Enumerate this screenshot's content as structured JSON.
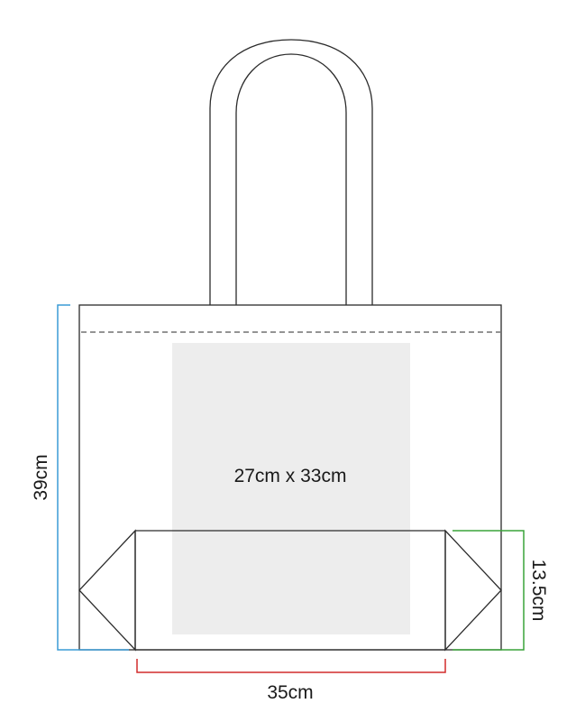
{
  "print_area": {
    "label": "27cm x 33cm"
  },
  "dimensions": {
    "height": {
      "label": "39cm",
      "color": "#3a9bd5"
    },
    "gusset": {
      "label": "13.5cm",
      "color": "#3aa33a"
    },
    "width": {
      "label": "35cm",
      "color": "#d22b2b"
    }
  }
}
